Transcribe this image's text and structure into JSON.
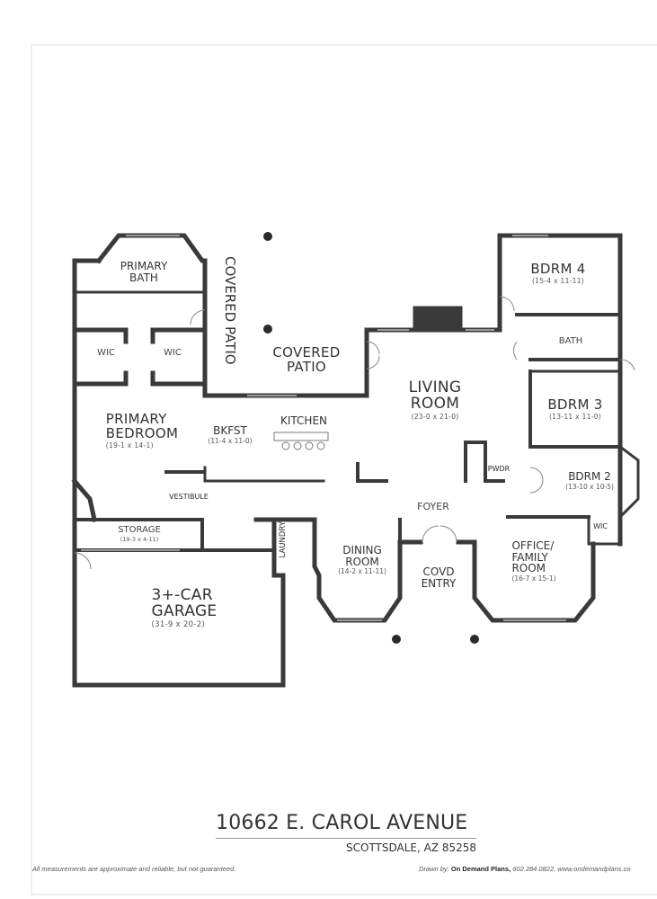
{
  "plan": {
    "rooms": {
      "primary_bath": {
        "name": "PRIMARY\nBATH"
      },
      "covered_patio_side": {
        "name": "COVERED PATIO"
      },
      "covered_patio": {
        "name": "COVERED\nPATIO"
      },
      "wic_left": {
        "name": "WIC"
      },
      "wic_right": {
        "name": "WIC"
      },
      "primary_bedroom": {
        "name": "PRIMARY\nBEDROOM",
        "dims": "(19-1 x 14-1)"
      },
      "bkfst": {
        "name": "BKFST",
        "dims": "(11-4 x 11-0)"
      },
      "kitchen": {
        "name": "KITCHEN"
      },
      "living_room": {
        "name": "LIVING\nROOM",
        "dims": "(23-0 x 21-0)"
      },
      "bdrm4": {
        "name": "BDRM 4",
        "dims": "(15-4 x 11-11)"
      },
      "bath": {
        "name": "BATH"
      },
      "bdrm3": {
        "name": "BDRM 3",
        "dims": "(13-11 x 11-0)"
      },
      "pwdr": {
        "name": "PWDR"
      },
      "bdrm2": {
        "name": "BDRM 2",
        "dims": "(13-10 x 10-5)"
      },
      "vestibule": {
        "name": "VESTIBULE"
      },
      "foyer": {
        "name": "FOYER"
      },
      "wic_bdrm2": {
        "name": "WIC"
      },
      "storage": {
        "name": "STORAGE",
        "dims": "(19-3 x 4-11)"
      },
      "laundry": {
        "name": "LAUNDRY"
      },
      "dining_room": {
        "name": "DINING\nROOM",
        "dims": "(14-2 x 11-11)"
      },
      "covd_entry": {
        "name": "COVD\nENTRY"
      },
      "office": {
        "name": "OFFICE/\nFAMILY\nROOM",
        "dims": "(16-7 x 15-1)"
      },
      "garage": {
        "name": "3+-CAR\nGARAGE",
        "dims": "(31-9 x 20-2)"
      }
    }
  },
  "address": {
    "street": "10662 E. CAROL AVENUE",
    "city": "SCOTTSDALE, AZ 85258"
  },
  "footer": {
    "disclaimer": "All measurements are approximate and reliable, but not guaranteed.",
    "drawn_by_label": "Drawn by:",
    "drawn_by_company": "On Demand Plans,",
    "drawn_by_contact": "602.284.0822, www.ondemandplans.co"
  },
  "colors": {
    "wall": "#3a3a3a",
    "window": "#9a9a9a"
  }
}
